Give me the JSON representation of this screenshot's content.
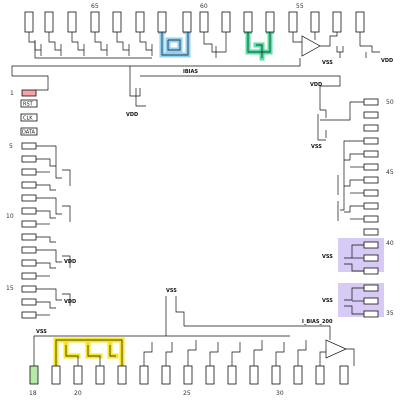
{
  "colors": {
    "highlight_blue": "#7ec8f0",
    "highlight_green": "#38d898",
    "highlight_yellow": "#f5e000",
    "highlight_purple": "#c9b8f0",
    "highlight_pink": "#f4a3a8",
    "highlight_lightgreen": "#b6e8a6",
    "wire": "#111111"
  },
  "pin_numbers": {
    "top_65": "65",
    "top_60": "60",
    "top_55": "55",
    "left_1": "1",
    "left_5": "5",
    "left_10": "10",
    "left_15": "15",
    "bottom_18": "18",
    "bottom_20": "20",
    "bottom_25": "25",
    "bottom_30": "30",
    "right_50": "50",
    "right_45": "45",
    "right_40": "40",
    "right_35": "35"
  },
  "net_labels": {
    "ibias": "IBIAS",
    "vdd_top_right": "VDD",
    "vss_top_right": "VSS",
    "vdd_under_mirror": "VDD",
    "vdd_right": "VDD",
    "vss_right": "VSS",
    "vdd_left_a": "VDD",
    "vdd_left_b": "VDD",
    "vss_right_a": "VSS",
    "vss_right_b": "VSS",
    "vss_bottom_mid": "VSS",
    "vss_bottom_left": "VSS",
    "i_bias_200": "I_BIAS_200"
  },
  "control_boxes": {
    "rst": "RST",
    "clk": "CLK",
    "data": "DATA"
  }
}
